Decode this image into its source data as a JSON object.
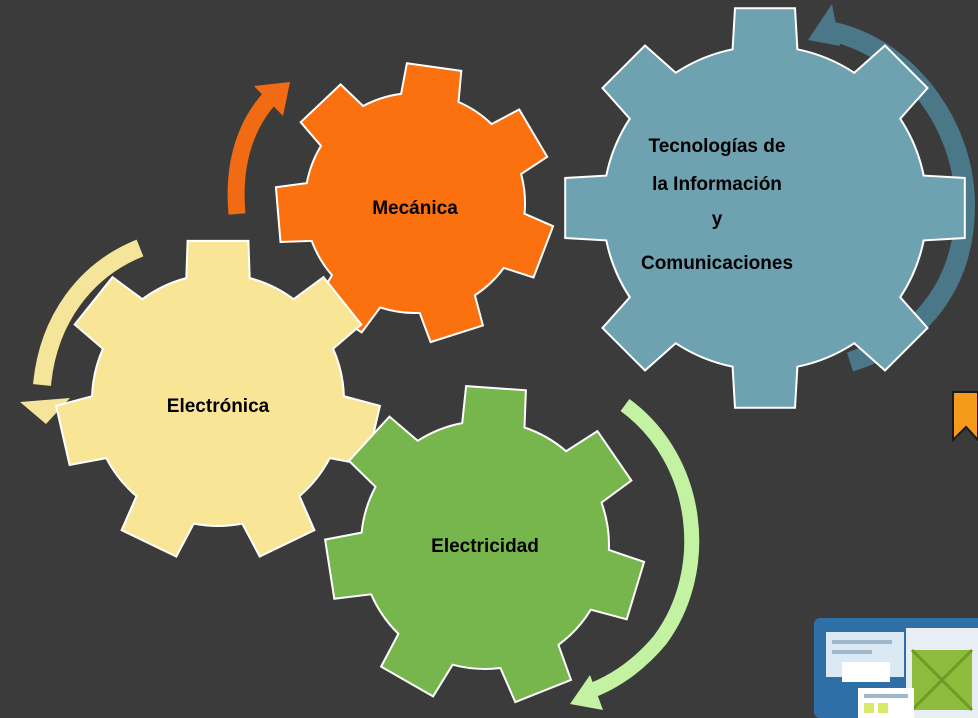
{
  "diagram": {
    "type": "gear-cycle",
    "gears": [
      {
        "id": "tic",
        "label_lines": [
          "Tecnologías de",
          "la Información",
          "y",
          "Comunicaciones"
        ],
        "color": "#6fa2b0",
        "stroke": "#ffffff"
      },
      {
        "id": "mecanica",
        "label_lines": [
          "Mecánica"
        ],
        "color": "#fb710f",
        "stroke": "#ffffff"
      },
      {
        "id": "electronica",
        "label_lines": [
          "Electrónica"
        ],
        "color": "#f8e596",
        "stroke": "#ffffff"
      },
      {
        "id": "electricidad",
        "label_lines": [
          "Electricidad"
        ],
        "color": "#77b54d",
        "stroke": "#ffffff"
      }
    ],
    "arrows": [
      {
        "id": "arrow-tic",
        "color": "#4b7889"
      },
      {
        "id": "arrow-mecanica",
        "color": "#f16b15"
      },
      {
        "id": "arrow-electronica",
        "color": "#f5e59a"
      },
      {
        "id": "arrow-electricidad",
        "color": "#c3f3a2"
      }
    ]
  },
  "decorations": {
    "bookmark_color": "#f59a1a",
    "thumbnail_frame_color": "#2f6fa8"
  }
}
